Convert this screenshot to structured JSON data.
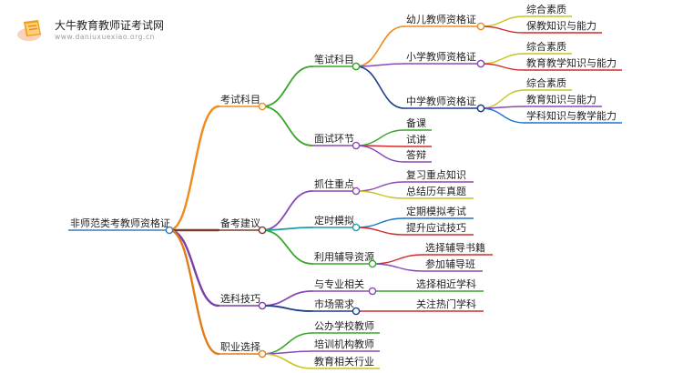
{
  "brand": {
    "name": "大牛教育教师证考试网",
    "url": "www.daniuxuexiao.org.cn"
  },
  "colors": {
    "root": "#3d7ab8",
    "exam": "#f08a1c",
    "prep": "#7a3f2a",
    "select": "#7b3fa8",
    "career": "#e07d17",
    "green": "#38a62a",
    "purple": "#8a49b8",
    "yellow": "#c9c51f",
    "red": "#d22b2b",
    "blue": "#1b73c9",
    "teal": "#1e9aa8",
    "darkblue": "#1f3e8a"
  },
  "mindmap": {
    "root": "非师范类考教师资格证",
    "branches": {
      "exam": {
        "label": "考试科目",
        "written": {
          "label": "笔试科目",
          "kindergarten": {
            "label": "幼儿教师资格证",
            "items": [
              "综合素质",
              "保教知识与能力"
            ]
          },
          "primary": {
            "label": "小学教师资格证",
            "items": [
              "综合素质",
              "教育教学知识与能力"
            ]
          },
          "middle": {
            "label": "中学教师资格证",
            "items": [
              "综合素质",
              "教育知识与能力",
              "学科知识与教学能力"
            ]
          }
        },
        "interview": {
          "label": "面试环节",
          "items": [
            "备课",
            "试讲",
            "答辩"
          ]
        }
      },
      "prep": {
        "label": "备考建议",
        "focus": {
          "label": "抓住重点",
          "items": [
            "复习重点知识",
            "总结历年真题"
          ]
        },
        "mock": {
          "label": "定时模拟",
          "items": [
            "定期模拟考试",
            "提升应试技巧"
          ]
        },
        "resources": {
          "label": "利用辅导资源",
          "items": [
            "选择辅导书籍",
            "参加辅导班"
          ]
        }
      },
      "select": {
        "label": "选科技巧",
        "major": {
          "label": "与专业相关",
          "items": [
            "选择相近学科"
          ]
        },
        "market": {
          "label": "市场需求",
          "items": [
            "关注热门学科"
          ]
        }
      },
      "career": {
        "label": "职业选择",
        "items": [
          "公办学校教师",
          "培训机构教师",
          "教育相关行业"
        ]
      }
    }
  }
}
